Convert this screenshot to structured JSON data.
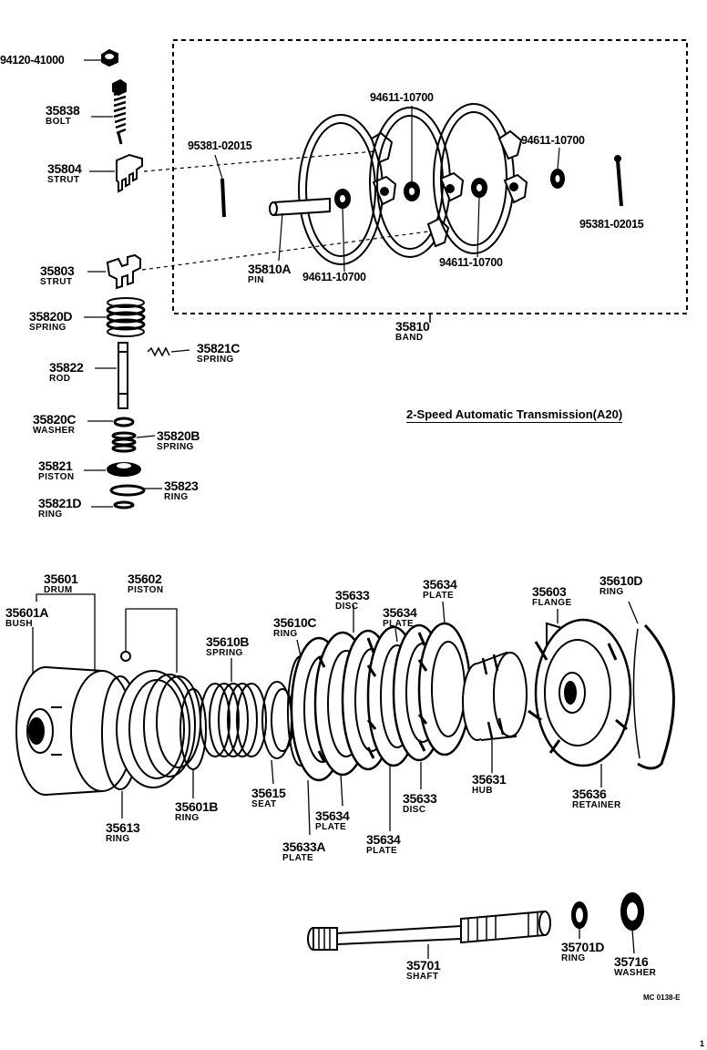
{
  "diagram": {
    "caption": "2-Speed Automatic Transmission(A20)",
    "code": "MC 0138-E",
    "page_mark": "1",
    "band_group": {
      "pn": "35810",
      "name": "BAND"
    },
    "parts": {
      "p94120": {
        "pn": "94120-41000"
      },
      "p35838": {
        "pn": "35838",
        "name": "BOLT"
      },
      "p35804": {
        "pn": "35804",
        "name": "STRUT"
      },
      "p95381a": {
        "pn": "95381-02015"
      },
      "p94611a": {
        "pn": "94611-10700"
      },
      "p94611b": {
        "pn": "94611-10700"
      },
      "p95381b": {
        "pn": "95381-02015"
      },
      "p94611c": {
        "pn": "94611-10700"
      },
      "p94611d": {
        "pn": "94611-10700"
      },
      "p35810a": {
        "pn": "35810A",
        "name": "PIN"
      },
      "p35803": {
        "pn": "35803",
        "name": "STRUT"
      },
      "p35820d": {
        "pn": "35820D",
        "name": "SPRING"
      },
      "p35821c": {
        "pn": "35821C",
        "name": "SPRING"
      },
      "p35822": {
        "pn": "35822",
        "name": "ROD"
      },
      "p35820c": {
        "pn": "35820C",
        "name": "WASHER"
      },
      "p35820b": {
        "pn": "35820B",
        "name": "SPRING"
      },
      "p35821": {
        "pn": "35821",
        "name": "PISTON"
      },
      "p35823": {
        "pn": "35823",
        "name": "RING"
      },
      "p35821d": {
        "pn": "35821D",
        "name": "RING"
      },
      "p35601": {
        "pn": "35601",
        "name": "DRUM"
      },
      "p35602": {
        "pn": "35602",
        "name": "PISTON"
      },
      "p35601a": {
        "pn": "35601A",
        "name": "BUSH"
      },
      "p35633top": {
        "pn": "35633",
        "name": "DISC"
      },
      "p35634top": {
        "pn": "35634",
        "name": "PLATE"
      },
      "p35634mid": {
        "pn": "35634",
        "name": "PLATE"
      },
      "p35603": {
        "pn": "35603",
        "name": "FLANGE"
      },
      "p35610d": {
        "pn": "35610D",
        "name": "RING"
      },
      "p35610c": {
        "pn": "35610C",
        "name": "RING"
      },
      "p35610b": {
        "pn": "35610B",
        "name": "SPRING"
      },
      "p35615": {
        "pn": "35615",
        "name": "SEAT"
      },
      "p35601b": {
        "pn": "35601B",
        "name": "RING"
      },
      "p35613": {
        "pn": "35613",
        "name": "RING"
      },
      "p35634low1": {
        "pn": "35634",
        "name": "PLATE"
      },
      "p35633a": {
        "pn": "35633A",
        "name": "PLATE"
      },
      "p35634low2": {
        "pn": "35634",
        "name": "PLATE"
      },
      "p35633low": {
        "pn": "35633",
        "name": "DISC"
      },
      "p35631": {
        "pn": "35631",
        "name": "HUB"
      },
      "p35636": {
        "pn": "35636",
        "name": "RETAINER"
      },
      "p35701": {
        "pn": "35701",
        "name": "SHAFT"
      },
      "p35701d": {
        "pn": "35701D",
        "name": "RING"
      },
      "p35716": {
        "pn": "35716",
        "name": "WASHER"
      }
    }
  }
}
